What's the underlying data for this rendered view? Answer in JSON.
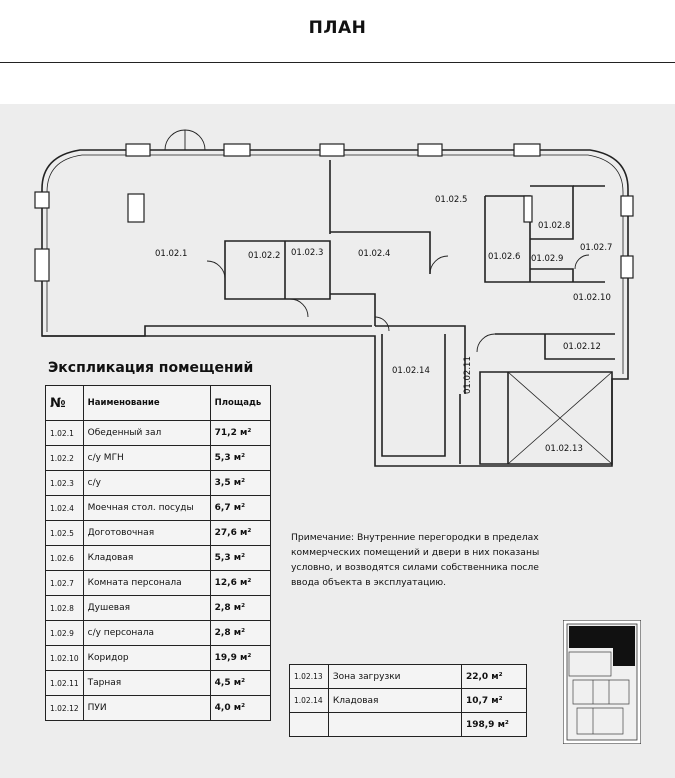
{
  "header": {
    "title": "ПЛАН"
  },
  "plan": {
    "rooms": [
      {
        "id": "01.02.1"
      },
      {
        "id": "01.02.2"
      },
      {
        "id": "01.02.3"
      },
      {
        "id": "01.02.4"
      },
      {
        "id": "01.02.5"
      },
      {
        "id": "01.02.6"
      },
      {
        "id": "01.02.7"
      },
      {
        "id": "01.02.8"
      },
      {
        "id": "01.02.9"
      },
      {
        "id": "01.02.10"
      },
      {
        "id": "01.02.11"
      },
      {
        "id": "01.02.12"
      },
      {
        "id": "01.02.13"
      },
      {
        "id": "01.02.14"
      }
    ]
  },
  "legend": {
    "title": "Экспликация помещений",
    "headers": {
      "num": "№",
      "name": "Наименование",
      "area": "Площадь"
    },
    "rows": [
      {
        "code": "1.02.1",
        "name": "Обеденный зал",
        "area": "71,2 м²"
      },
      {
        "code": "1.02.2",
        "name": "с/у МГН",
        "area": "5,3 м²"
      },
      {
        "code": "1.02.3",
        "name": "с/у",
        "area": "3,5 м²"
      },
      {
        "code": "1.02.4",
        "name": "Моечная стол. посуды",
        "area": "6,7 м²"
      },
      {
        "code": "1.02.5",
        "name": "Доготовочная",
        "area": "27,6 м²"
      },
      {
        "code": "1.02.6",
        "name": "Кладовая",
        "area": "5,3 м²"
      },
      {
        "code": "1.02.7",
        "name": "Комната персонала",
        "area": "12,6 м²"
      },
      {
        "code": "1.02.8",
        "name": "Душевая",
        "area": "2,8 м²"
      },
      {
        "code": "1.02.9",
        "name": "с/у персонала",
        "area": "2,8 м²"
      },
      {
        "code": "1.02.10",
        "name": "Коридор",
        "area": "19,9 м²"
      },
      {
        "code": "1.02.11",
        "name": "Тарная",
        "area": "4,5 м²"
      },
      {
        "code": "1.02.12",
        "name": "ПУИ",
        "area": "4,0 м²"
      }
    ]
  },
  "note": {
    "lines": [
      "Примечание: Внутренние перегородки в пределах",
      "коммерческих помещений  и двери в них показаны",
      "условно, и возводятся силами собственника после",
      "ввода объекта в эксплуатацию."
    ]
  },
  "extra": {
    "rows": [
      {
        "code": "1.02.13",
        "name": "Зона загрузки",
        "area": "22,0 м²"
      },
      {
        "code": "1.02.14",
        "name": "Кладовая",
        "area": "10,7 м²"
      }
    ],
    "total": "198,9 м²"
  }
}
